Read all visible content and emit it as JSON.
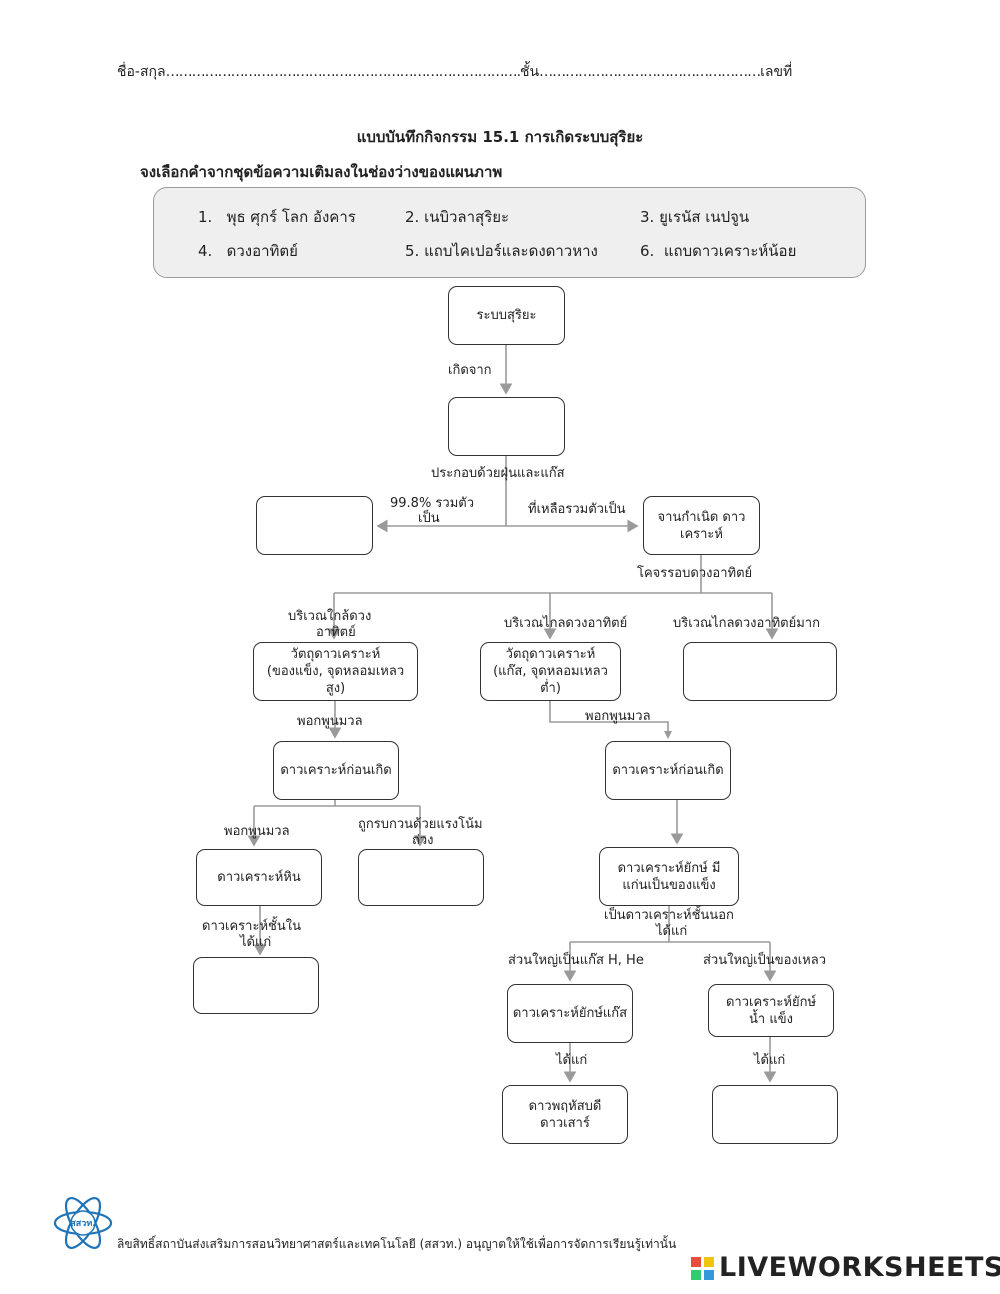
{
  "header": {
    "name_label": "ชื่อ-สกุล",
    "name_dots": "……………………………………………………………………….",
    "class_label": "ชั้น",
    "class_dots": "……………………………………………",
    "number_label": "เลขที่"
  },
  "title": "แบบบันทึกกิจกรรม 15.1 การเกิดระบบสุริยะ",
  "instruction": "จงเลือกคำจากชุดข้อความเติมลงในช่องว่างของแผนภาพ",
  "word_bank": [
    {
      "num": "1.",
      "text": "พุธ ศุกร์ โลก อังคาร"
    },
    {
      "num": "2.",
      "text": "เนบิวลาสุริยะ"
    },
    {
      "num": "3.",
      "text": "ยูเรนัส เนปจูน"
    },
    {
      "num": "4.",
      "text": "ดวงอาทิตย์"
    },
    {
      "num": "5.",
      "text": "แถบไคเปอร์และดงดาวหาง"
    },
    {
      "num": "6.",
      "text": "แถบดาวเคราะห์น้อย"
    }
  ],
  "boxes": {
    "solar_system": "ระบบสุริยะ",
    "protoplanetary_disk": "จานกำเนิด ดาวเคราะห์",
    "planetesimal_left": "วัตถุดาวเคราะห์ (ของแข็ง, จุดหลอมเหลว สูง)",
    "planetesimal_mid": "วัตถุดาวเคราะห์ (แก๊ส, จุดหลอมเหลว ต่ำ)",
    "protoplanet_left": "ดาวเคราะห์ก่อนเกิด",
    "protoplanet_right": "ดาวเคราะห์ก่อนเกิด",
    "rocky_planet": "ดาวเคราะห์หิน",
    "giant_solid_core": "ดาวเคราะห์ยักษ์ มีแก่นเป็นของแข็ง",
    "gas_giant": "ดาวเคราะห์ยักษ์แก๊ส",
    "ice_giant": "ดาวเคราะห์ยักษ์น้ำ แข็ง",
    "jupiter_saturn": "ดาวพฤหัสบดี ดาวเสาร์"
  },
  "labels": {
    "formed_from": "เกิดจาก",
    "made_of": "ประกอบด้วยฝุ่นและแก๊ส",
    "percent_a": "99.8% รวมตัว",
    "percent_b": "เป็น",
    "remaining": "ที่เหลือรวมตัวเป็น",
    "orbit": "โคจรรอบดวงอาทิตย์",
    "near_sun_a": "บริเวณใกล้ดวง",
    "near_sun_b": "อาทิตย์",
    "far_sun": "บริเวณไกลดวงอาทิตย์",
    "very_far_sun": "บริเวณไกลดวงอาทิตย์มาก",
    "accrete_1": "พอกพูนมวล",
    "accrete_2": "พอกพูนมวล",
    "accrete_3": "พอกพูนมวล",
    "perturbed_a": "ถูกรบกวนด้วยแรงโน้ม",
    "perturbed_b": "ถ่วง",
    "inner_a": "ดาวเคราะห์ชั้นใน",
    "inner_b": "ได้แก่",
    "outer_a": "เป็นดาวเคราะห์ชั้นนอก",
    "outer_b": "ได้แก่",
    "mostly_gas": "ส่วนใหญ่เป็นแก๊ส H, He",
    "mostly_liquid": "ส่วนใหญ่เป็นของเหลว",
    "such_as_1": "ได้แก่",
    "such_as_2": "ได้แก่"
  },
  "footer": {
    "logo_text": "สสวท.",
    "copyright": "ลิขสิทธิ์สถาบันส่งเสริมการสอนวิทยาศาสตร์และเทคโนโลยี (สสวท.) อนุญาตให้ใช้เพื่อการจัดการเรียนรู้เท่านั้น",
    "brand": "LIVEWORKSHEETS"
  }
}
